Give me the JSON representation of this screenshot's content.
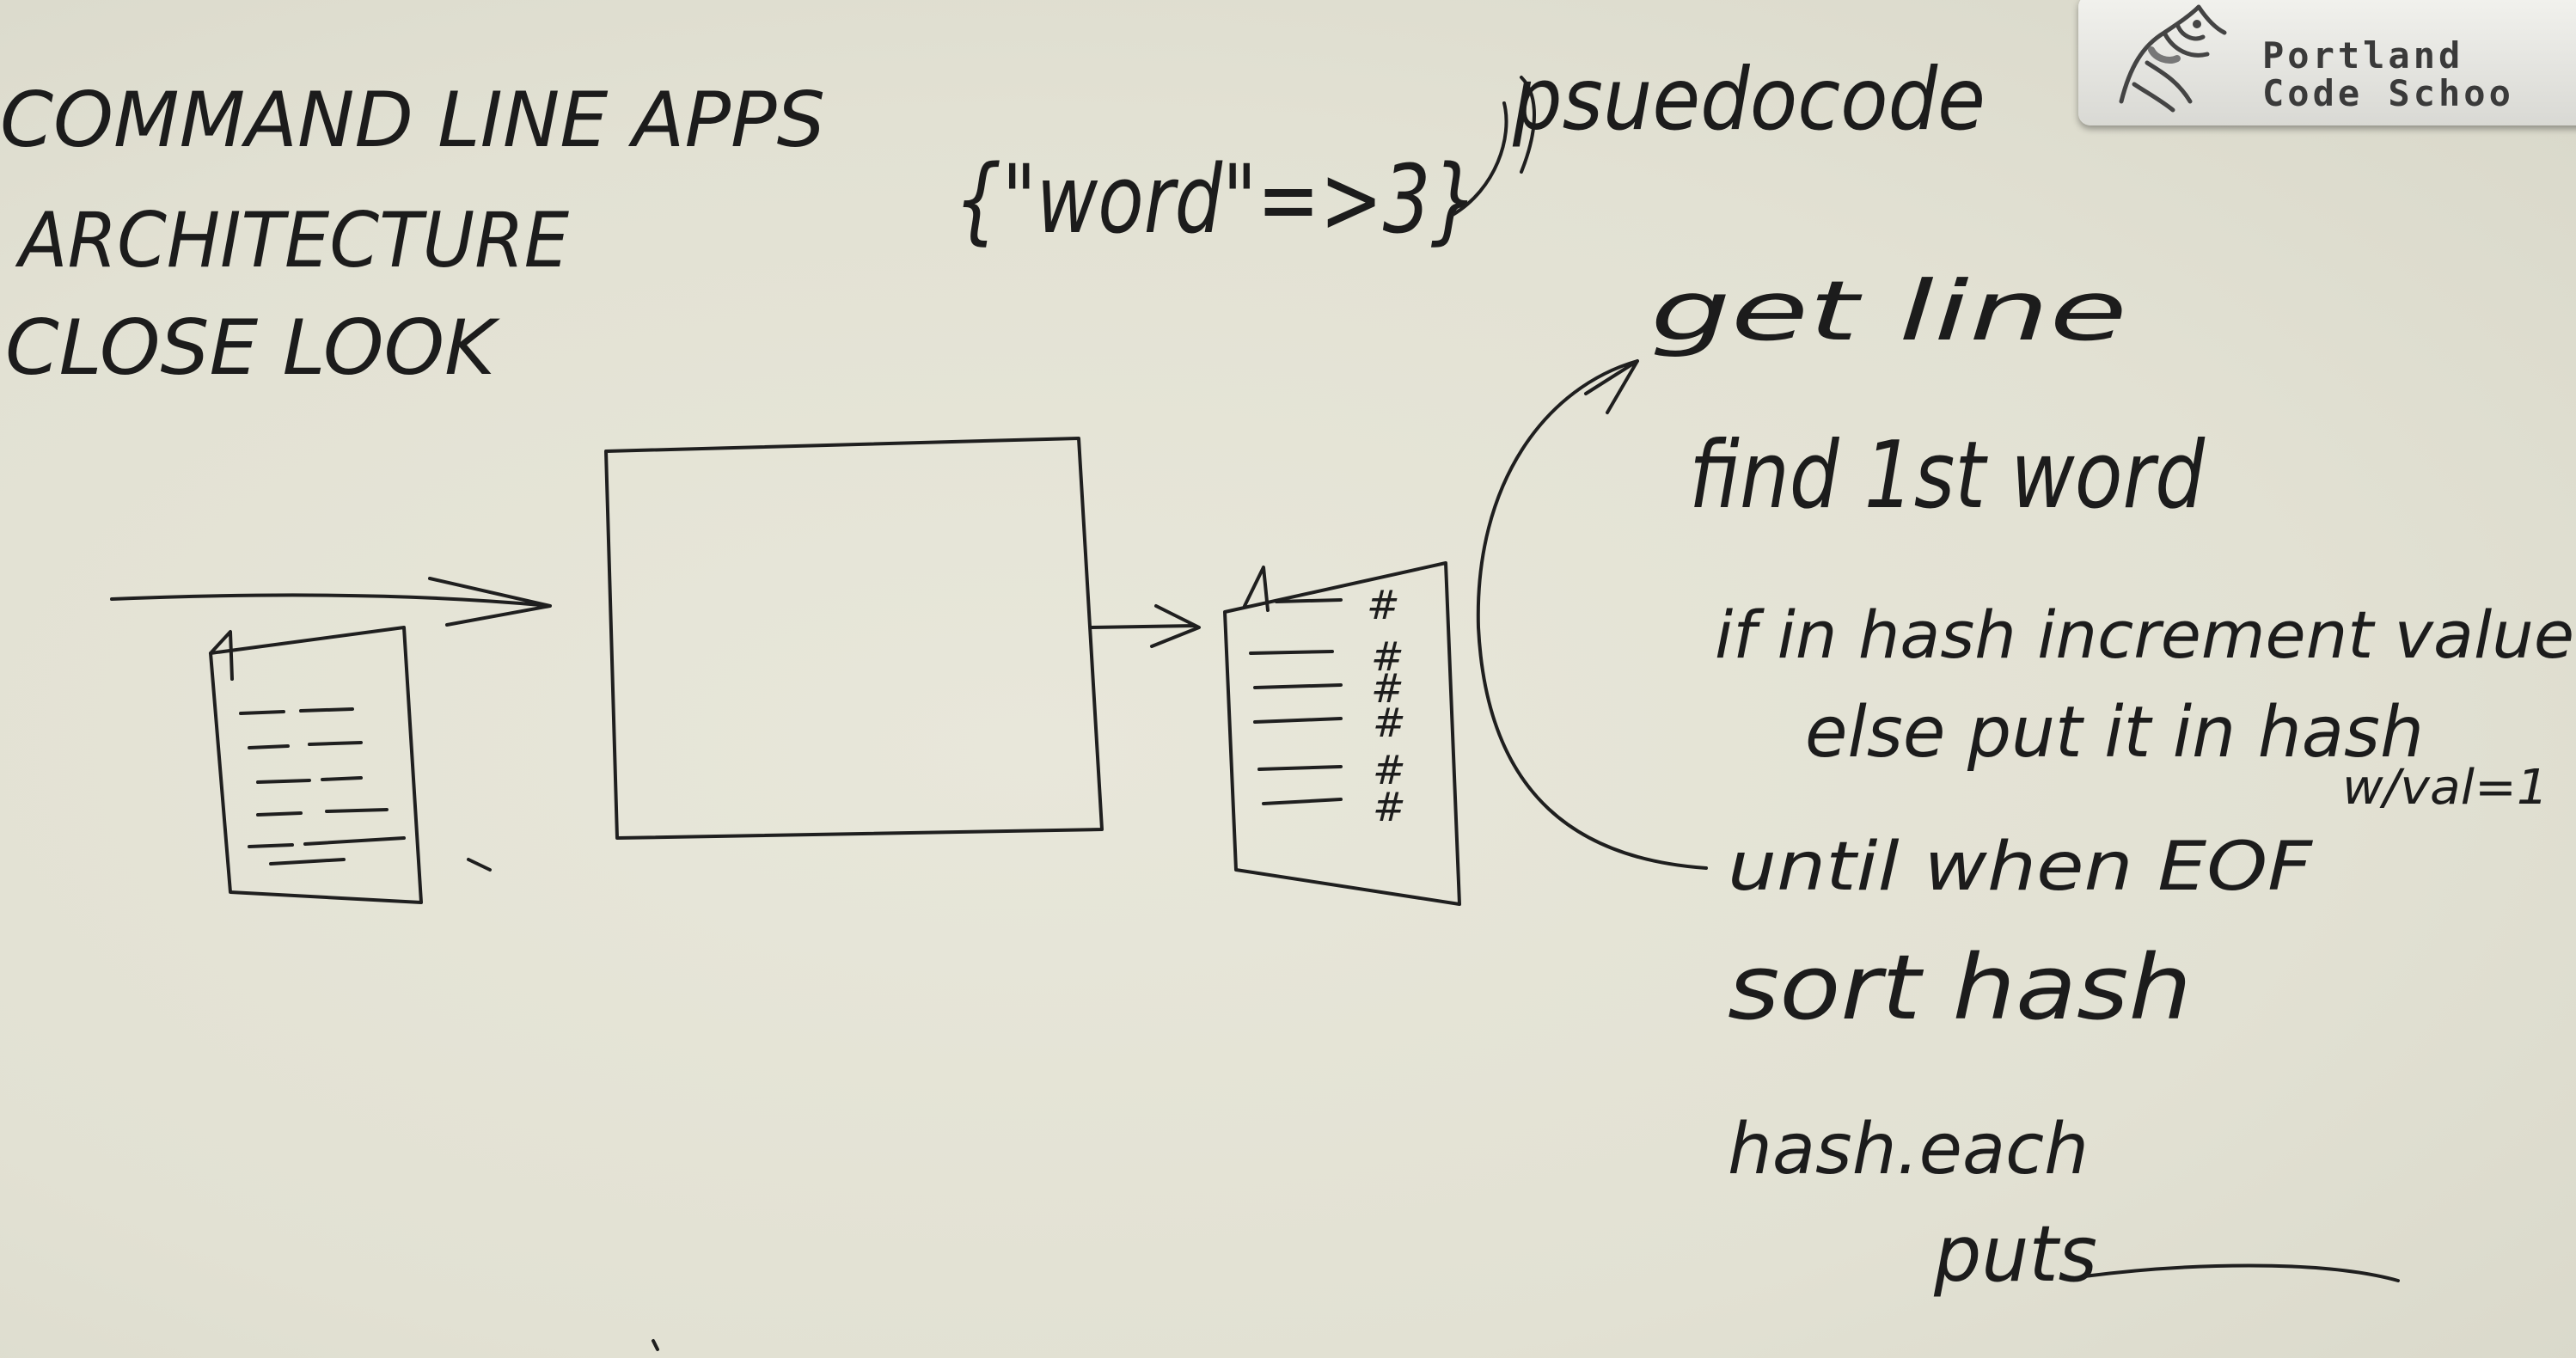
{
  "whiteboard": {
    "title_lines": [
      "COMMAND LINE APPS",
      "ARCHITECTURE",
      "CLOSE LOOK"
    ],
    "hash_example": "{\"word\"=>3}",
    "pseudocode_label": "psuedocode",
    "steps": [
      "get line",
      "find 1st word",
      "if in hash increment value",
      "else put it in hash",
      "w/val=1",
      "until when EOF",
      "sort hash",
      "hash.each",
      "puts"
    ]
  },
  "logo": {
    "line1": "Portland",
    "line2": "Code Schoo"
  }
}
